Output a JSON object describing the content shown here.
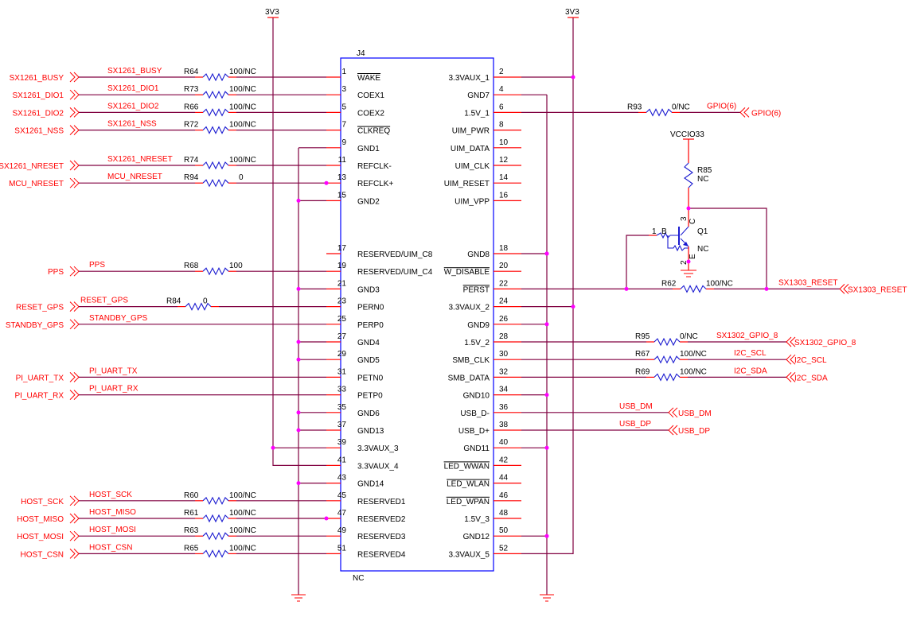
{
  "connector": {
    "ref": "J4",
    "value": "NC",
    "left_pins": [
      {
        "num": "1",
        "name": "WAKE",
        "overbar": true
      },
      {
        "num": "3",
        "name": "COEX1"
      },
      {
        "num": "5",
        "name": "COEX2"
      },
      {
        "num": "7",
        "name": "CLKREQ",
        "overbar": true
      },
      {
        "num": "9",
        "name": "GND1"
      },
      {
        "num": "11",
        "name": "REFCLK-"
      },
      {
        "num": "13",
        "name": "REFCLK+"
      },
      {
        "num": "15",
        "name": "GND2"
      },
      {
        "num": "17",
        "name": "RESERVED/UIM_C8"
      },
      {
        "num": "19",
        "name": "RESERVED/UIM_C4"
      },
      {
        "num": "21",
        "name": "GND3"
      },
      {
        "num": "23",
        "name": "PERN0"
      },
      {
        "num": "25",
        "name": "PERP0"
      },
      {
        "num": "27",
        "name": "GND4"
      },
      {
        "num": "29",
        "name": "GND5"
      },
      {
        "num": "31",
        "name": "PETN0"
      },
      {
        "num": "33",
        "name": "PETP0"
      },
      {
        "num": "35",
        "name": "GND6"
      },
      {
        "num": "37",
        "name": "GND13"
      },
      {
        "num": "39",
        "name": "3.3VAUX_3"
      },
      {
        "num": "41",
        "name": "3.3VAUX_4"
      },
      {
        "num": "43",
        "name": "GND14"
      },
      {
        "num": "45",
        "name": "RESERVED1"
      },
      {
        "num": "47",
        "name": "RESERVED2"
      },
      {
        "num": "49",
        "name": "RESERVED3"
      },
      {
        "num": "51",
        "name": "RESERVED4"
      }
    ],
    "right_pins": [
      {
        "num": "2",
        "name": "3.3VAUX_1"
      },
      {
        "num": "4",
        "name": "GND7"
      },
      {
        "num": "6",
        "name": "1.5V_1"
      },
      {
        "num": "8",
        "name": "UIM_PWR"
      },
      {
        "num": "10",
        "name": "UIM_DATA"
      },
      {
        "num": "12",
        "name": "UIM_CLK"
      },
      {
        "num": "14",
        "name": "UIM_RESET"
      },
      {
        "num": "16",
        "name": "UIM_VPP"
      },
      {
        "num": "18",
        "name": "GND8"
      },
      {
        "num": "20",
        "name": "W_DISABLE",
        "overbar": true
      },
      {
        "num": "22",
        "name": "PERST",
        "overbar": true
      },
      {
        "num": "24",
        "name": "3.3VAUX_2"
      },
      {
        "num": "26",
        "name": "GND9"
      },
      {
        "num": "28",
        "name": "1.5V_2"
      },
      {
        "num": "30",
        "name": "SMB_CLK"
      },
      {
        "num": "32",
        "name": "SMB_DATA"
      },
      {
        "num": "34",
        "name": "GND10"
      },
      {
        "num": "36",
        "name": "USB_D-"
      },
      {
        "num": "38",
        "name": "USB_D+"
      },
      {
        "num": "40",
        "name": "GND11"
      },
      {
        "num": "42",
        "name": "LED_WWAN",
        "overbar": true
      },
      {
        "num": "44",
        "name": "LED_WLAN",
        "overbar": true
      },
      {
        "num": "46",
        "name": "LED_WPAN",
        "overbar": true
      },
      {
        "num": "48",
        "name": "1.5V_3"
      },
      {
        "num": "50",
        "name": "GND12"
      },
      {
        "num": "52",
        "name": "3.3VAUX_5"
      }
    ]
  },
  "power": {
    "left_rail": "3V3",
    "right_rail": "3V3"
  },
  "left_nets": [
    {
      "pin": "1",
      "port": "SX1261_BUSY",
      "net": "SX1261_BUSY",
      "ref": "R64",
      "value": "100/NC"
    },
    {
      "pin": "3",
      "port": "SX1261_DIO1",
      "net": "SX1261_DIO1",
      "ref": "R73",
      "value": "100/NC"
    },
    {
      "pin": "5",
      "port": "SX1261_DIO2",
      "net": "SX1261_DIO2",
      "ref": "R66",
      "value": "100/NC"
    },
    {
      "pin": "7",
      "port": "SX1261_NSS",
      "net": "SX1261_NSS",
      "ref": "R72",
      "value": "100/NC"
    },
    {
      "pin": "11",
      "port": "SX1261_NRESET",
      "net": "SX1261_NRESET",
      "ref": "R74",
      "value": "100/NC"
    },
    {
      "pin": "13",
      "port": "MCU_NRESET",
      "net": "MCU_NRESET",
      "ref": "R94",
      "value": "0",
      "junction": true
    },
    {
      "pin": "19",
      "port": "PPS",
      "net": "PPS",
      "ref": "R68",
      "value": "100"
    },
    {
      "pin": "23",
      "port": "RESET_GPS",
      "net": "RESET_GPS",
      "ref": "R84",
      "value": "0"
    },
    {
      "pin": "25",
      "port": "STANDBY_GPS",
      "net": "STANDBY_GPS"
    },
    {
      "pin": "31",
      "port": "PI_UART_TX",
      "net": "PI_UART_TX"
    },
    {
      "pin": "33",
      "port": "PI_UART_RX",
      "net": "PI_UART_RX"
    },
    {
      "pin": "45",
      "port": "HOST_SCK",
      "net": "HOST_SCK",
      "ref": "R60",
      "value": "100/NC"
    },
    {
      "pin": "47",
      "port": "HOST_MISO",
      "net": "HOST_MISO",
      "ref": "R61",
      "value": "100/NC",
      "junction": true
    },
    {
      "pin": "49",
      "port": "HOST_MOSI",
      "net": "HOST_MOSI",
      "ref": "R63",
      "value": "100/NC"
    },
    {
      "pin": "51",
      "port": "HOST_CSN",
      "net": "HOST_CSN",
      "ref": "R65",
      "value": "100/NC"
    }
  ],
  "right_nets": [
    {
      "pin": "6",
      "port": "GPIO(6)",
      "net": "GPIO(6)",
      "ref": "R93",
      "value": "0/NC"
    },
    {
      "pin": "22",
      "port": "SX1303_RESET",
      "net": "SX1303_RESET",
      "ref": "R62",
      "value": "100/NC"
    },
    {
      "pin": "28",
      "port": "SX1302_GPIO_8",
      "net": "SX1302_GPIO_8",
      "ref": "R95",
      "value": "0/NC"
    },
    {
      "pin": "30",
      "port": "I2C_SCL",
      "net": "I2C_SCL",
      "ref": "R67",
      "value": "100/NC"
    },
    {
      "pin": "32",
      "port": "I2C_SDA",
      "net": "I2C_SDA",
      "ref": "R69",
      "value": "100/NC"
    },
    {
      "pin": "36",
      "port": "USB_DM",
      "net": "USB_DM"
    },
    {
      "pin": "38",
      "port": "USB_DP",
      "net": "USB_DP"
    }
  ],
  "ground_pins_left": [
    "9",
    "15",
    "21",
    "27",
    "29",
    "35",
    "37",
    "43"
  ],
  "ground_pins_right": [
    "4",
    "18",
    "26",
    "34",
    "40",
    "50"
  ],
  "power_pins_left": [
    "39",
    "41"
  ],
  "power_pins_right": [
    "2",
    "24",
    "52"
  ],
  "transistor": {
    "supply": "VCCIO33",
    "pullup_ref": "R85",
    "pullup_value": "NC",
    "ref": "Q1",
    "value": "NC",
    "base_label": "B",
    "collector_label": "C",
    "emitter_label": "E",
    "base_pin": "1",
    "emitter_pin": "2",
    "collector_pin": "3"
  },
  "colors": {
    "wire": "#800040",
    "pin": "#ff0000",
    "body": "#0000ff",
    "resistor": "#1a1ad0",
    "junction": "#ff00ff",
    "net_label": "#ff0000"
  }
}
